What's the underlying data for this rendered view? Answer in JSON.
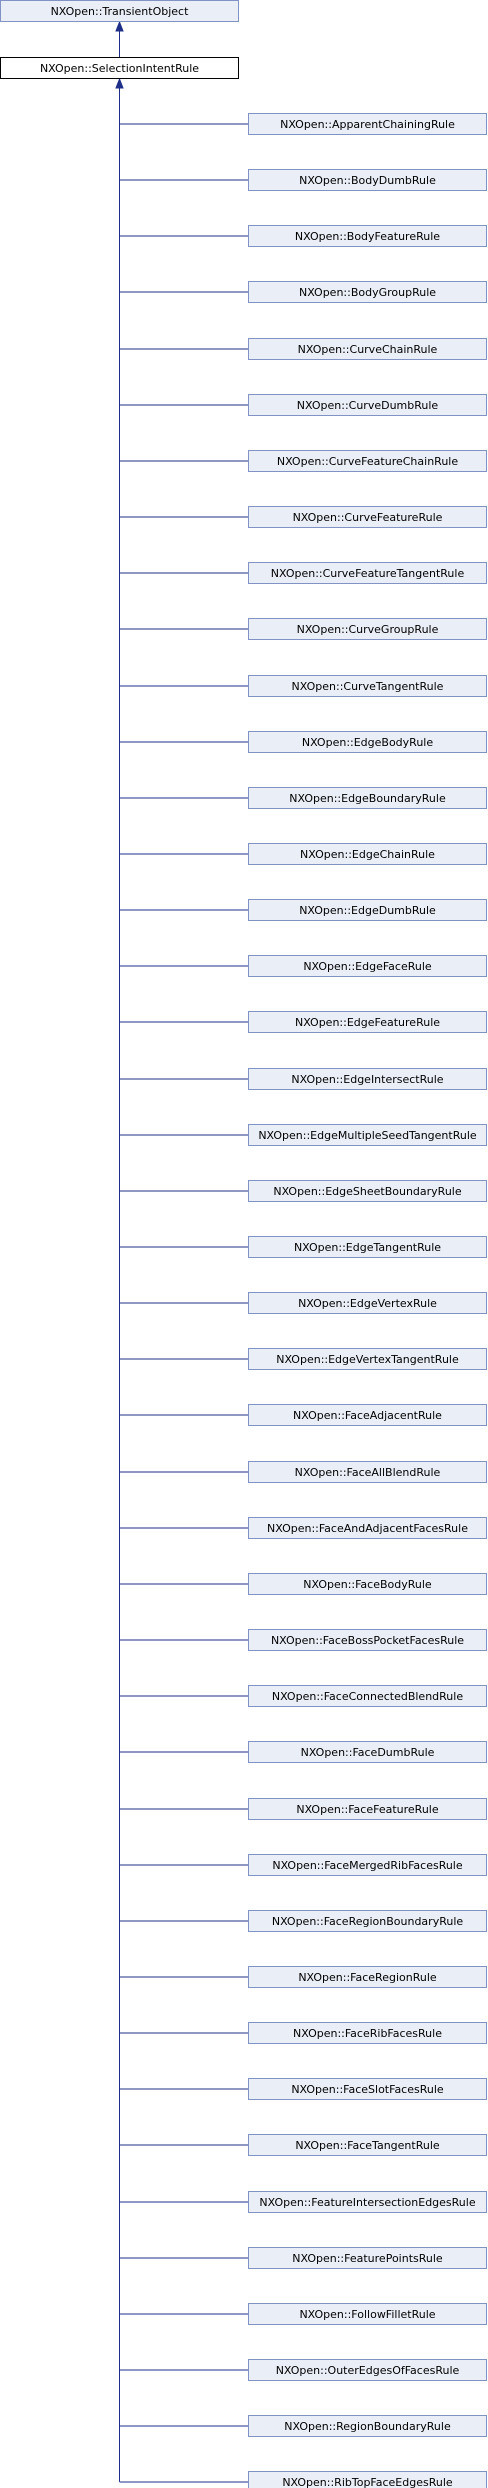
{
  "colors": {
    "edge": "#1f2f87",
    "box_border": "#8093c4",
    "box_fill": "#eaeef7",
    "current_border": "#000000",
    "current_fill": "#ffffff"
  },
  "root": {
    "label": "NXOpen::TransientObject"
  },
  "current": {
    "label": "NXOpen::SelectionIntentRule"
  },
  "children": [
    {
      "label": "NXOpen::ApparentChainingRule"
    },
    {
      "label": "NXOpen::BodyDumbRule"
    },
    {
      "label": "NXOpen::BodyFeatureRule"
    },
    {
      "label": "NXOpen::BodyGroupRule"
    },
    {
      "label": "NXOpen::CurveChainRule"
    },
    {
      "label": "NXOpen::CurveDumbRule"
    },
    {
      "label": "NXOpen::CurveFeatureChainRule"
    },
    {
      "label": "NXOpen::CurveFeatureRule"
    },
    {
      "label": "NXOpen::CurveFeatureTangentRule"
    },
    {
      "label": "NXOpen::CurveGroupRule"
    },
    {
      "label": "NXOpen::CurveTangentRule"
    },
    {
      "label": "NXOpen::EdgeBodyRule"
    },
    {
      "label": "NXOpen::EdgeBoundaryRule"
    },
    {
      "label": "NXOpen::EdgeChainRule"
    },
    {
      "label": "NXOpen::EdgeDumbRule"
    },
    {
      "label": "NXOpen::EdgeFaceRule"
    },
    {
      "label": "NXOpen::EdgeFeatureRule"
    },
    {
      "label": "NXOpen::EdgeIntersectRule"
    },
    {
      "label": "NXOpen::EdgeMultipleSeedTangentRule"
    },
    {
      "label": "NXOpen::EdgeSheetBoundaryRule"
    },
    {
      "label": "NXOpen::EdgeTangentRule"
    },
    {
      "label": "NXOpen::EdgeVertexRule"
    },
    {
      "label": "NXOpen::EdgeVertexTangentRule"
    },
    {
      "label": "NXOpen::FaceAdjacentRule"
    },
    {
      "label": "NXOpen::FaceAllBlendRule"
    },
    {
      "label": "NXOpen::FaceAndAdjacentFacesRule"
    },
    {
      "label": "NXOpen::FaceBodyRule"
    },
    {
      "label": "NXOpen::FaceBossPocketFacesRule"
    },
    {
      "label": "NXOpen::FaceConnectedBlendRule"
    },
    {
      "label": "NXOpen::FaceDumbRule"
    },
    {
      "label": "NXOpen::FaceFeatureRule"
    },
    {
      "label": "NXOpen::FaceMergedRibFacesRule"
    },
    {
      "label": "NXOpen::FaceRegionBoundaryRule"
    },
    {
      "label": "NXOpen::FaceRegionRule"
    },
    {
      "label": "NXOpen::FaceRibFacesRule"
    },
    {
      "label": "NXOpen::FaceSlotFacesRule"
    },
    {
      "label": "NXOpen::FaceTangentRule"
    },
    {
      "label": "NXOpen::FeatureIntersectionEdgesRule"
    },
    {
      "label": "NXOpen::FeaturePointsRule"
    },
    {
      "label": "NXOpen::FollowFilletRule"
    },
    {
      "label": "NXOpen::OuterEdgesOfFacesRule"
    },
    {
      "label": "NXOpen::RegionBoundaryRule"
    },
    {
      "label": "NXOpen::RibTopFaceEdgesRule"
    }
  ]
}
